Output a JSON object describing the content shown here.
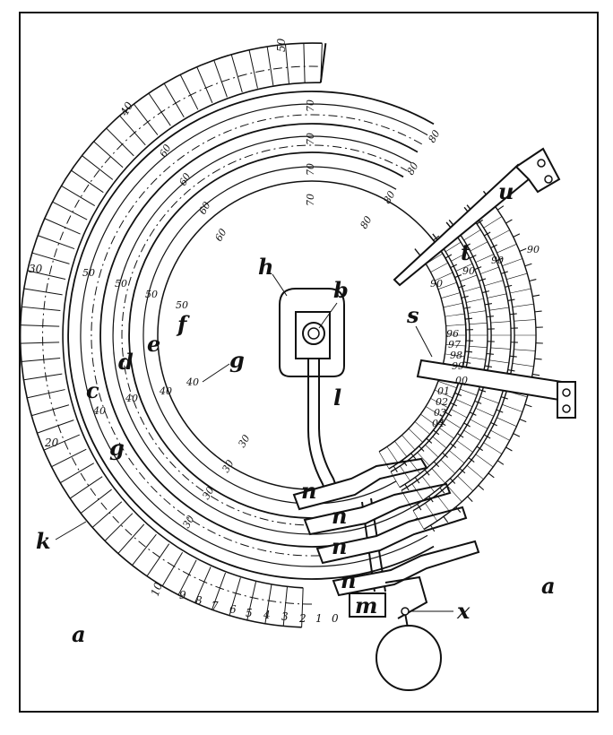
{
  "figure": {
    "outer_scale": {
      "labels": [
        "50",
        "40",
        "30",
        "20",
        "10",
        "9",
        "8",
        "7",
        "6",
        "5",
        "4",
        "3",
        "2",
        "1",
        "0"
      ]
    },
    "ring_labels": [
      "70",
      "70",
      "70",
      "70",
      "80",
      "80",
      "80",
      "80",
      "90",
      "90",
      "90",
      "90",
      "60",
      "60",
      "60",
      "60",
      "50",
      "50",
      "50",
      "50",
      "40",
      "40",
      "40",
      "40",
      "30",
      "30",
      "30",
      "30"
    ],
    "drum_numbers": {
      "row96": "96",
      "row97": "97",
      "row98": "98",
      "row99": "99",
      "row00": "00",
      "row01": "01",
      "row02": "02",
      "row03": "03",
      "row04": "04"
    },
    "letters": {
      "a_left": "a",
      "a_right": "a",
      "b": "b",
      "c": "c",
      "d": "d",
      "e": "e",
      "f": "f",
      "g1": "g",
      "g2": "g",
      "h": "h",
      "k": "k",
      "l": "l",
      "m": "m",
      "n1": "n",
      "n2": "n",
      "n3": "n",
      "n4": "n",
      "s": "s",
      "t": "t",
      "u": "u",
      "x": "x"
    }
  }
}
